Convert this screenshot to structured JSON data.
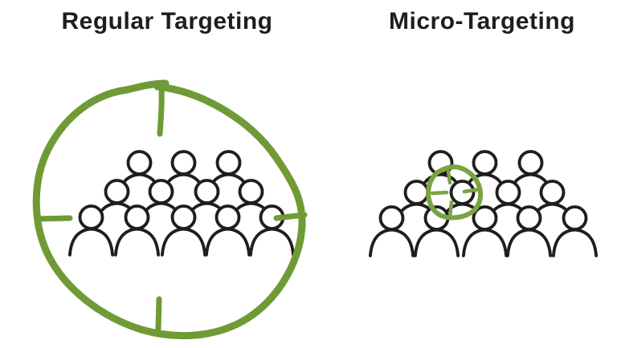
{
  "page": {
    "background": "#ffffff",
    "description": "Hand-drawn infographic comparing regular targeting (whole crowd circled) with micro-targeting (one person circled)"
  },
  "colors": {
    "accent_green": "#6f9a36",
    "accent_green_light": "#7aa342",
    "ink": "#1e1e1e",
    "background": "#ffffff"
  },
  "icons": {
    "person": "person-icon",
    "reticle": "target-reticle-icon"
  },
  "panels": [
    {
      "id": "regular-targeting",
      "title": "Regular Targeting",
      "crowd": {
        "rows": [
          3,
          4,
          5
        ],
        "people_count": 12
      },
      "target": {
        "type": "entire-crowd",
        "shape": "large-circle-with-crosshair-ticks"
      }
    },
    {
      "id": "micro-targeting",
      "title": "Micro-Targeting",
      "crowd": {
        "rows": [
          3,
          4,
          5
        ],
        "people_count": 12
      },
      "target": {
        "type": "single-person",
        "shape": "small-circle-with-crosshair-ticks",
        "targeted_person": "middle row, 2nd from left"
      }
    }
  ]
}
